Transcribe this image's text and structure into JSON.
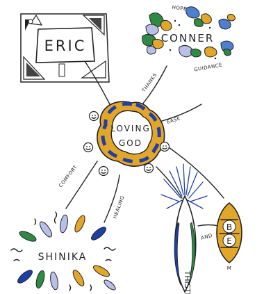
{
  "center": {
    "line1": "LOVING",
    "line2": "GOD"
  },
  "nodes": {
    "eric": "ERIC",
    "conner": "CONNER",
    "shinika": "SHINIKA",
    "thistle": "THISTLE",
    "be": [
      "B",
      "E"
    ],
    "be_mark": "M"
  },
  "branches": {
    "thanks": "THANKS",
    "ease": "EASE",
    "comfort": "COMFORT",
    "healing": "HEALING",
    "and": "AND"
  },
  "conner_tags": {
    "hope": "HOPE",
    "guidance": "GUIDANCE"
  },
  "colors": {
    "ink": "#222222",
    "blue": "#1f3fa6",
    "gold": "#e2a72a",
    "green": "#2e8a45",
    "lavender": "#b9bfe6",
    "sky": "#4e7fd0"
  }
}
